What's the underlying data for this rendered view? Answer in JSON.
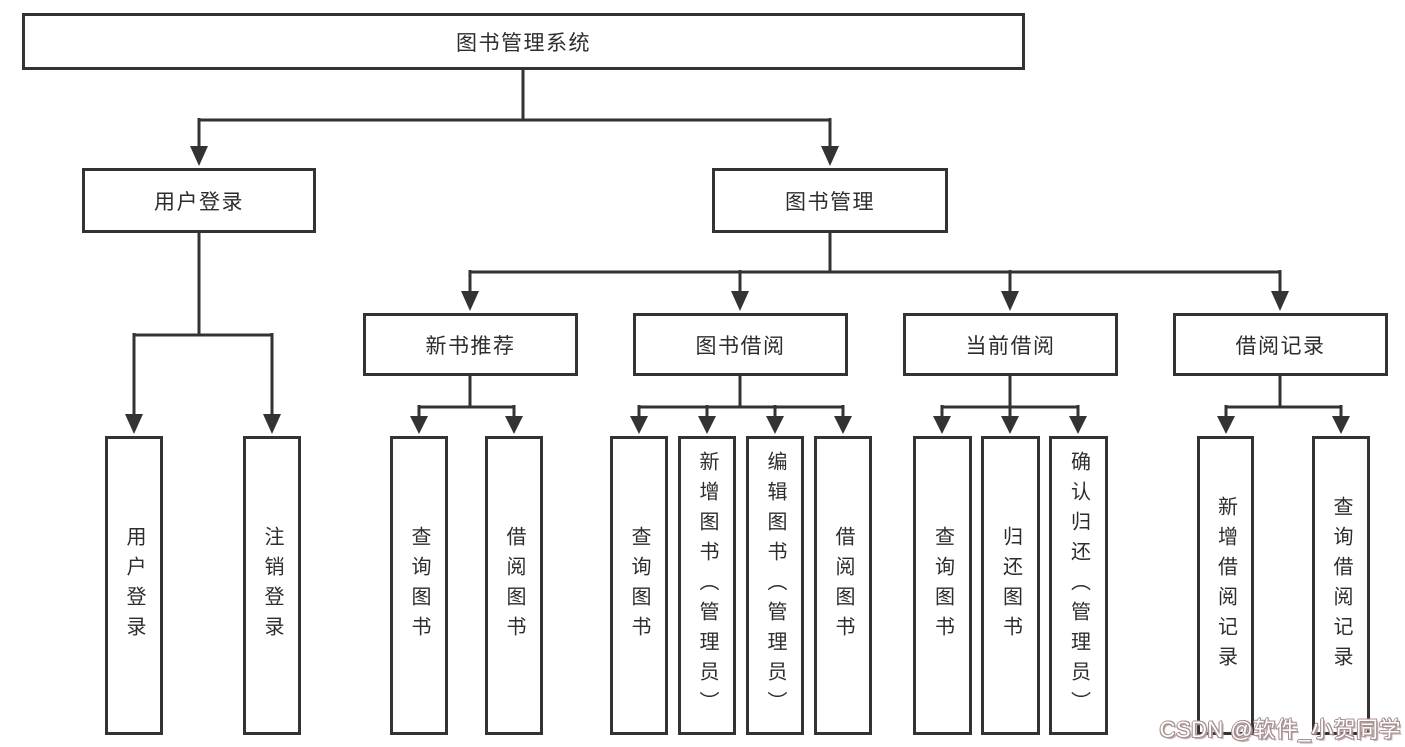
{
  "diagram": {
    "root": {
      "label": "图书管理系统"
    },
    "branches": [
      {
        "label": "用户登录",
        "children": [
          {
            "label": "用户登录"
          },
          {
            "label": "注销登录"
          }
        ]
      },
      {
        "label": "图书管理",
        "children": [
          {
            "label": "新书推荐",
            "children": [
              {
                "label": "查询图书"
              },
              {
                "label": "借阅图书"
              }
            ]
          },
          {
            "label": "图书借阅",
            "children": [
              {
                "label": "查询图书"
              },
              {
                "label": "新增图书（管理员）"
              },
              {
                "label": "编辑图书（管理员）"
              },
              {
                "label": "借阅图书"
              }
            ]
          },
          {
            "label": "当前借阅",
            "children": [
              {
                "label": "查询图书"
              },
              {
                "label": "归还图书"
              },
              {
                "label": "确认归还（管理员）"
              }
            ]
          },
          {
            "label": "借阅记录",
            "children": [
              {
                "label": "新增借阅记录"
              },
              {
                "label": "查询借阅记录"
              }
            ]
          }
        ]
      }
    ],
    "colors": {
      "line": "#333333",
      "box_border": "#333333",
      "box_background": "#ffffff",
      "text": "#2d2d2d"
    }
  },
  "watermark": {
    "text": "CSDN @软件_小贺同学",
    "text_color": "#ffffff",
    "outline_color": "#a89090"
  }
}
